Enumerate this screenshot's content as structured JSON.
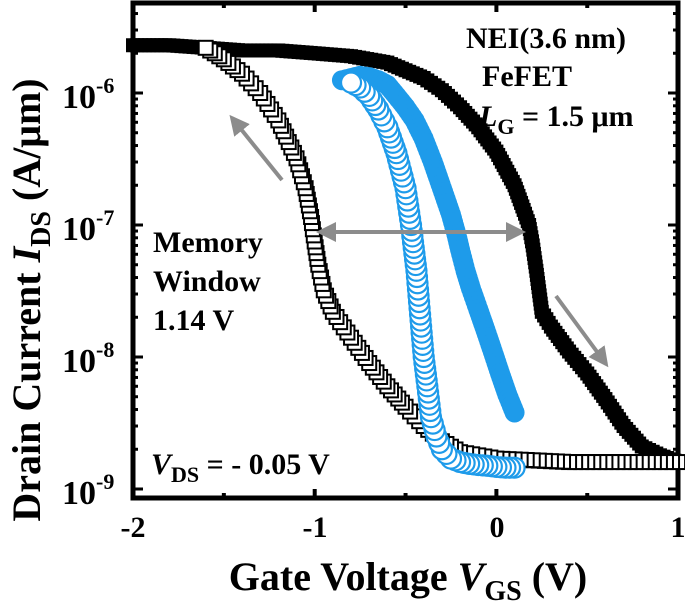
{
  "chart_data": {
    "type": "scatter",
    "title": "",
    "xlabel": "Gate Voltage V_GS (V)",
    "xlabel_parts": {
      "main": "Gate Voltage ",
      "var": "V",
      "sub": "GS",
      "unit": " (V)"
    },
    "ylabel": "Drain Current I_DS (A/μm)",
    "ylabel_parts": {
      "main": "Drain Current ",
      "var": "I",
      "sub": "DS",
      "unit": " (A/μm)"
    },
    "xlim": [
      -2,
      1
    ],
    "ylim": [
      1e-09,
      3e-06
    ],
    "yscale": "log",
    "x_ticks": [
      "-2",
      "-1",
      "0",
      "1"
    ],
    "y_ticks": [
      {
        "base": "10",
        "exp": "-6",
        "value": 1e-06
      },
      {
        "base": "10",
        "exp": "-7",
        "value": 1e-07
      },
      {
        "base": "10",
        "exp": "-8",
        "value": 1e-08
      },
      {
        "base": "10",
        "exp": "-9",
        "value": 1e-09
      }
    ],
    "grid": false,
    "legend": null,
    "annotations": {
      "device_line1": "NEI(3.6 nm)",
      "device_line2": "FeFET",
      "lg_var": "L",
      "lg_sub": "G",
      "lg_value": " = 1.5 μm",
      "memory_window_line1": "Memory",
      "memory_window_line2": "Window",
      "memory_window_value": "1.14 V",
      "vds_var": "V",
      "vds_sub": "DS",
      "vds_value": " = - 0.05 V",
      "memory_window_arrow": {
        "from_v": -0.97,
        "to_v": 0.17,
        "at_current": 1e-07
      }
    },
    "series": [
      {
        "name": "Black forward sweep (filled squares)",
        "color": "#000000",
        "marker": "square-filled",
        "x": [
          -2.0,
          -1.8,
          -1.6,
          -1.4,
          -1.2,
          -1.0,
          -0.8,
          -0.6,
          -0.4,
          -0.3,
          -0.2,
          -0.1,
          0.0,
          0.1,
          0.15,
          0.18,
          0.2,
          0.22,
          0.25,
          0.3,
          0.4,
          0.5,
          0.6,
          0.7,
          0.8,
          0.9,
          1.0
        ],
        "y": [
          2.3e-06,
          2.3e-06,
          2.2e-06,
          2.1e-06,
          2.1e-06,
          2e-06,
          1.9e-06,
          1.7e-06,
          1.3e-06,
          1.05e-06,
          7.8e-07,
          5.5e-07,
          3.6e-07,
          2e-07,
          1.3e-07,
          1e-07,
          7e-08,
          4.5e-08,
          2.2e-08,
          1.7e-08,
          1.1e-08,
          7.5e-09,
          4.8e-09,
          3e-09,
          2.1e-09,
          1.8e-09,
          1.6e-09
        ]
      },
      {
        "name": "Black reverse sweep (open squares)",
        "color": "#000000",
        "marker": "square-open",
        "x": [
          1.0,
          0.8,
          0.6,
          0.4,
          0.2,
          0.0,
          -0.2,
          -0.3,
          -0.4,
          -0.5,
          -0.6,
          -0.7,
          -0.8,
          -0.9,
          -0.95,
          -0.98,
          -1.0,
          -1.02,
          -1.05,
          -1.1,
          -1.2,
          -1.3,
          -1.4,
          -1.5,
          -1.55,
          -1.6
        ],
        "y": [
          1.6e-09,
          1.6e-09,
          1.6e-09,
          1.6e-09,
          1.65e-09,
          1.7e-09,
          1.9e-09,
          2.3e-09,
          3e-09,
          4.2e-09,
          6e-09,
          9e-09,
          1.4e-08,
          2.2e-08,
          3.2e-08,
          5e-08,
          7.5e-08,
          1.15e-07,
          1.9e-07,
          3.2e-07,
          6.2e-07,
          1e-06,
          1.4e-06,
          1.8e-06,
          2e-06,
          2.2e-06
        ]
      },
      {
        "name": "Blue forward sweep (filled circles)",
        "color": "#1E9BEA",
        "marker": "circle-filled",
        "x": [
          -0.85,
          -0.8,
          -0.75,
          -0.7,
          -0.65,
          -0.6,
          -0.55,
          -0.5,
          -0.45,
          -0.4,
          -0.35,
          -0.3,
          -0.25,
          -0.22,
          -0.2,
          -0.17,
          -0.14,
          -0.1,
          -0.06,
          -0.02,
          0.02,
          0.06,
          0.1
        ],
        "y": [
          1.25e-06,
          1.3e-06,
          1.35e-06,
          1.32e-06,
          1.25e-06,
          1.15e-06,
          9.5e-07,
          7.8e-07,
          6.2e-07,
          4.5e-07,
          3e-07,
          1.9e-07,
          1.2e-07,
          8.5e-08,
          6.5e-08,
          4.5e-08,
          3.3e-08,
          2.3e-08,
          1.6e-08,
          1.1e-08,
          7.5e-09,
          5.2e-09,
          3.8e-09
        ]
      },
      {
        "name": "Blue reverse sweep (open circles)",
        "color": "#1E9BEA",
        "marker": "circle-open",
        "x": [
          0.1,
          0.05,
          0.0,
          -0.05,
          -0.1,
          -0.15,
          -0.2,
          -0.25,
          -0.3,
          -0.33,
          -0.36,
          -0.38,
          -0.4,
          -0.42,
          -0.44,
          -0.47,
          -0.5,
          -0.55,
          -0.6,
          -0.65,
          -0.7,
          -0.75,
          -0.8
        ],
        "y": [
          1.45e-09,
          1.45e-09,
          1.47e-09,
          1.5e-09,
          1.52e-09,
          1.55e-09,
          1.6e-09,
          1.7e-09,
          2e-09,
          2.5e-09,
          3.5e-09,
          6e-09,
          1e-08,
          2.1e-08,
          4.5e-08,
          1e-07,
          1.9e-07,
          3.5e-07,
          5.5e-07,
          7.5e-07,
          9.5e-07,
          1.1e-06,
          1.2e-06
        ]
      }
    ]
  },
  "colors": {
    "axis": "#000000",
    "blue": "#1E9BEA",
    "arrow": "#8C8C8C",
    "background": "#FFFFFF"
  }
}
